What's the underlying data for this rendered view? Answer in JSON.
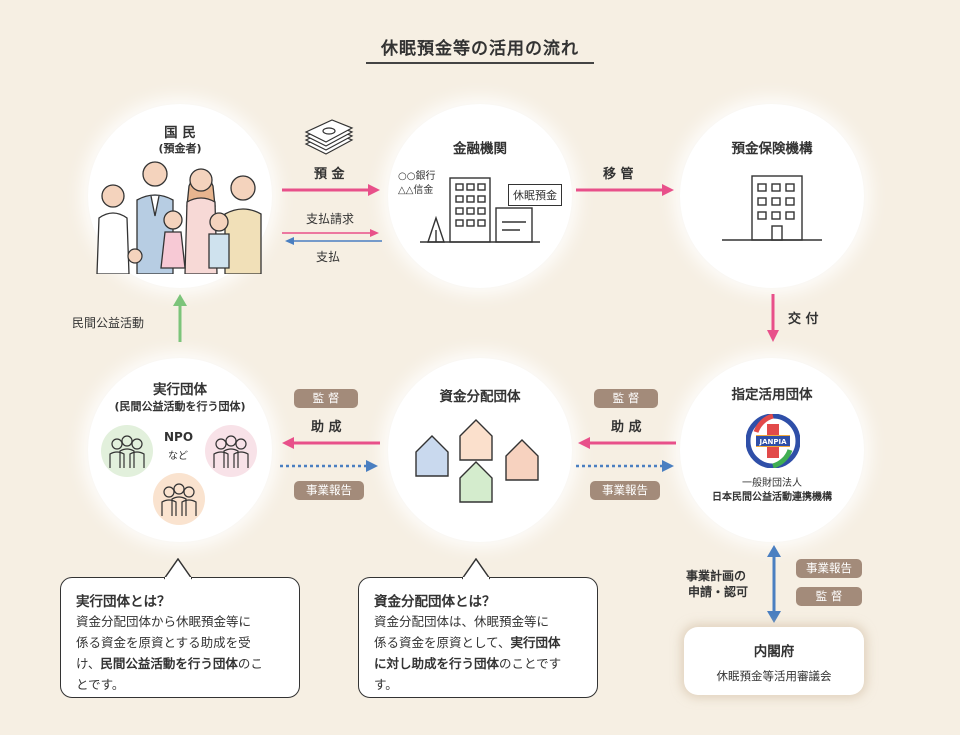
{
  "title": "休眠預金等の活用の流れ",
  "nodes": {
    "kokumin": {
      "title": "国 民",
      "sub": "(預金者)"
    },
    "bank": {
      "title": "金融機関",
      "bank1": "○○銀行",
      "bank2": "△△信金",
      "tag": "休眠預金"
    },
    "hoken": {
      "title": "預金保険機構"
    },
    "shitei": {
      "title": "指定活用団体",
      "logo": "JANPIA",
      "org1": "一般財団法人",
      "org2": "日本民間公益活動連携機構"
    },
    "shikin": {
      "title": "資金分配団体"
    },
    "jikko": {
      "title": "実行団体",
      "sub": "(民間公益活動を行う団体)",
      "npo": "NPO",
      "etc": "など"
    },
    "naikaku": {
      "title": "内閣府",
      "sub": "休眠預金等活用審議会"
    }
  },
  "arrows": {
    "yokin": "預 金",
    "shiharai_seikyu": "支払請求",
    "shiharai": "支払",
    "ikan": "移 管",
    "kofu": "交 付",
    "minkan": "民間公益活動",
    "josei1": "助 成",
    "josei2": "助 成",
    "kansa1": "監 督",
    "kansa2": "監 督",
    "hokoku1": "事業報告",
    "hokoku2": "事業報告",
    "keikaku1": "事業計画の",
    "keikaku2": "申請・認可",
    "hokoku3": "事業報告",
    "kansa3": "監 督"
  },
  "boxes": {
    "jikko": {
      "title": "実行団体とは？",
      "l1": "資金分配団体から休眠預金等に",
      "l2": "係る資金を原資とする助成を受",
      "l3a": "け、",
      "l3b": "民間公益活動を行う団体",
      "l3c": "のこ",
      "l4": "とです。"
    },
    "shikin": {
      "title": "資金分配団体とは？",
      "l1": "資金分配団体は、休眠預金等に",
      "l2a": "係る資金を原資として、",
      "l2b": "実行団体",
      "l3a": "に対し助成を行う団体",
      "l3b": "のことです",
      "l4": "す。"
    }
  },
  "colors": {
    "pink": "#e8508a",
    "blue": "#4a7fc1",
    "green": "#7cc47a",
    "pill": "#a38b7a",
    "background": "#f6efe3"
  }
}
